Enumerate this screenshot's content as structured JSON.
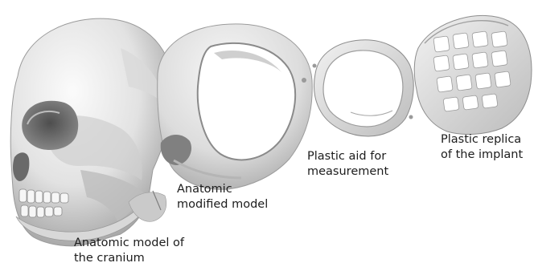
{
  "captions": {
    "cranium": {
      "line1": "Anatomic model of",
      "line2": "the cranium"
    },
    "modified": {
      "line1": "Anatomic",
      "line2": "modified model"
    },
    "aid": {
      "line1": "Plastic aid for",
      "line2": "measurement"
    },
    "replica": {
      "line1": "Plastic replica",
      "line2": "of the implant"
    }
  },
  "colors": {
    "bone_light": "#f4f4f4",
    "bone_shadow": "#a9a9a9",
    "bone_dark": "#6f6f6f",
    "caption_text": "#1c1c1c",
    "background": "#ffffff"
  },
  "icons": [
    "skull-illustration",
    "modified-skull-illustration",
    "measurement-ring-illustration",
    "implant-replica-illustration"
  ]
}
